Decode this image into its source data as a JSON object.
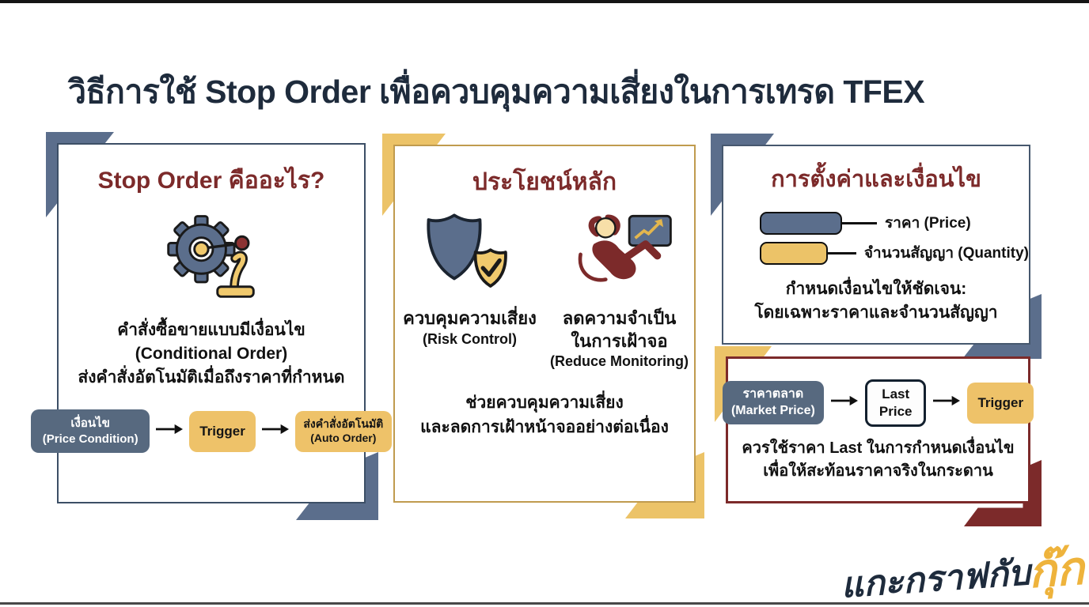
{
  "title": "วิธีการใช้ Stop Order เพื่อควบคุมความเสี่ยงในการเทรด TFEX",
  "colors": {
    "navy": "#1e2b3c",
    "slate": "#5b6e8c",
    "slate_dark": "#57697f",
    "gold": "#ecc368",
    "gold_border": "#c09b4e",
    "maroon": "#7c2a2a",
    "text": "#111111"
  },
  "icons": {
    "what_is": "gear-lever-icon",
    "risk": "shield-check-icon",
    "monitor": "relax-monitor-icon",
    "flow": "arrow-right-icon"
  },
  "panels": {
    "what_is": {
      "header": "Stop Order คืออะไร?",
      "desc_line1": "คำสั่งซื้อขายแบบมีเงื่อนไข",
      "desc_line2": "(Conditional Order)",
      "desc_line3": "ส่งคำสั่งอัตโนมัติเมื่อถึงราคาที่กำหนด",
      "flow": {
        "condition_line1": "เงื่อนไข",
        "condition_line2": "(Price Condition)",
        "trigger": "Trigger",
        "auto_line1": "ส่งคำสั่งอัตโนมัติ",
        "auto_line2": "(Auto Order)"
      }
    },
    "benefits": {
      "header": "ประโยชน์หลัก",
      "risk_line1": "ควบคุมความเสี่ยง",
      "risk_line2": "(Risk Control)",
      "monitor_line1": "ลดความจำเป็น",
      "monitor_line2": "ในการเฝ้าจอ",
      "monitor_line3": "(Reduce Monitoring)",
      "summary_line1": "ช่วยควบคุมความเสี่ยง",
      "summary_line2": "และลดการเฝ้าหน้าจออย่างต่อเนื่อง"
    },
    "settings": {
      "header": "การตั้งค่าและเงื่อนไข",
      "legend_price": "ราคา (Price)",
      "legend_quantity": "จำนวนสัญญา (Quantity)",
      "note_line1": "กำหนดเงื่อนไขให้ชัดเจน:",
      "note_line2": "โดยเฉพาะราคาและจำนวนสัญญา"
    },
    "last_price": {
      "flow": {
        "market_line1": "ราคาตลาด",
        "market_line2": "(Market Price)",
        "last_line1": "Last",
        "last_line2": "Price",
        "trigger": "Trigger"
      },
      "note_line1": "ควรใช้ราคา Last ในการกำหนดเงื่อนไข",
      "note_line2": "เพื่อให้สะท้อนราคาจริงในกระดาน"
    }
  },
  "logo": {
    "text_main": "แกะกราฟกับ",
    "text_accent": "กุ๊ก"
  }
}
